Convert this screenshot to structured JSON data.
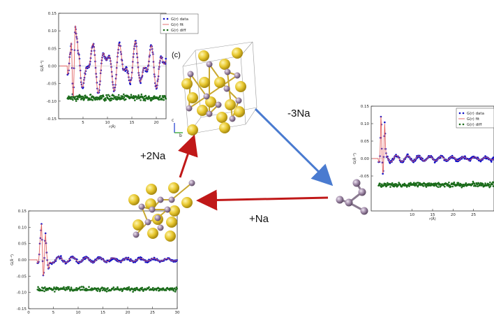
{
  "colors": {
    "data": "#1010c8",
    "fit": "#e06060",
    "diff": "#1a6b1a",
    "na_atom": "#e8c830",
    "p_atom": "#a08aa8",
    "arrow_blue": "#4a7bd0",
    "arrow_red": "#c01818"
  },
  "reactions": {
    "minus3na": "-3Na",
    "plus2na": "+2Na",
    "plusna": "+Na"
  },
  "panel_c_label": "(c)",
  "legend": {
    "data": "G(r) data",
    "fit": "G(r) fit",
    "diff": "G(r) diff"
  },
  "axes_glyphs": {
    "c": "c",
    "b": "b"
  },
  "chart_data": [
    {
      "type": "scatter",
      "id": "top-left",
      "xlabel": "r(Å)",
      "ylabel": "G(Å⁻²)",
      "xlim": [
        0,
        22
      ],
      "ylim": [
        -0.15,
        0.15
      ],
      "yticks": [
        "0.15",
        "0.10",
        "0.05",
        "0.00",
        "-0.05",
        "-0.10",
        "-0.15"
      ],
      "xticks": [
        "5",
        "10",
        "15",
        "20"
      ],
      "series": [
        {
          "name": "G(r) data",
          "style": "dots",
          "offset": 0.0
        },
        {
          "name": "G(r) fit",
          "style": "line",
          "offset": 0.0
        },
        {
          "name": "G(r) diff",
          "style": "dots",
          "offset": -0.09
        }
      ]
    },
    {
      "type": "scatter",
      "id": "right",
      "xlabel": "r(Å)",
      "ylabel": "G(Å⁻²)",
      "xlim": [
        0,
        30
      ],
      "ylim": [
        -0.15,
        0.15
      ],
      "yticks": [
        "0.15",
        "0.10",
        "0.05",
        "0.00",
        "-0.05"
      ],
      "xticks": [
        "10",
        "15",
        "20",
        "25"
      ],
      "series": [
        {
          "name": "G(r) data",
          "style": "dots",
          "offset": 0.0
        },
        {
          "name": "G(r) fit",
          "style": "line",
          "offset": 0.0
        },
        {
          "name": "G(r) diff",
          "style": "dots",
          "offset": -0.075
        }
      ]
    },
    {
      "type": "scatter",
      "id": "bottom-left",
      "xlabel": "",
      "ylabel": "G(Å⁻²)",
      "xlim": [
        0,
        30
      ],
      "ylim": [
        -0.15,
        0.15
      ],
      "yticks": [
        "0.15",
        "0.10",
        "0.05",
        "0.00",
        "-0.05",
        "-0.10",
        "-0.15"
      ],
      "xticks": [
        "0",
        "5",
        "10",
        "15",
        "20",
        "25",
        "30"
      ],
      "series": [
        {
          "name": "G(r) data",
          "style": "dots",
          "offset": 0.0
        },
        {
          "name": "G(r) fit",
          "style": "line",
          "offset": 0.0
        },
        {
          "name": "G(r) diff",
          "style": "dots",
          "offset": -0.09
        }
      ]
    }
  ]
}
